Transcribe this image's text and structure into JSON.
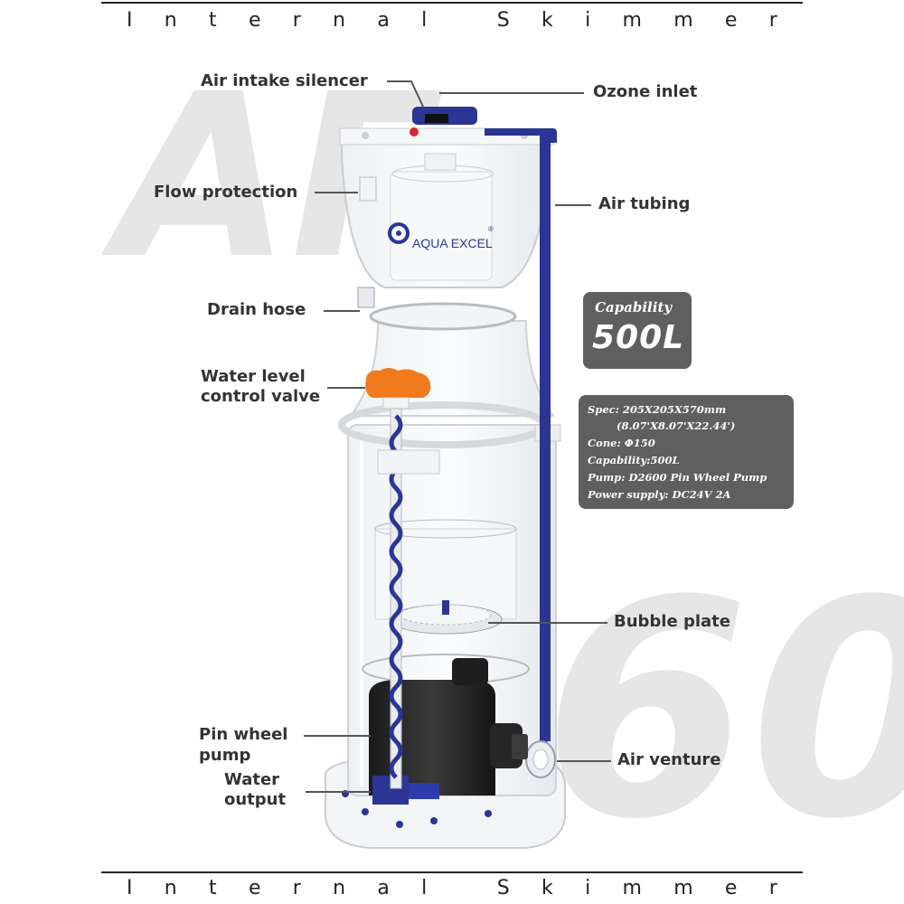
{
  "header": {
    "title_letters": [
      "I",
      "n",
      "t",
      "e",
      "r",
      "n",
      "a",
      "l",
      "",
      "S",
      "k",
      "i",
      "m",
      "m",
      "e",
      "r"
    ]
  },
  "footer": {
    "title_letters": [
      "I",
      "n",
      "t",
      "e",
      "r",
      "n",
      "a",
      "l",
      "",
      "S",
      "k",
      "i",
      "m",
      "m",
      "e",
      "r"
    ]
  },
  "watermark": {
    "top": "AF",
    "bottom": "60"
  },
  "brand": {
    "logo_text": "AQUA EXCEL",
    "registered": "®"
  },
  "labels": {
    "air_intake_silencer": "Air intake silencer",
    "ozone_inlet": "Ozone inlet",
    "flow_protection": "Flow protection",
    "air_tubing": "Air tubing",
    "drain_hose": "Drain hose",
    "water_level_line1": "Water level",
    "water_level_line2": "control valve",
    "bubble_plate": "Bubble plate",
    "pin_wheel_line1": "Pin wheel",
    "pin_wheel_line2": "pump",
    "air_venture": "Air venture",
    "water_output_line1": "Water",
    "water_output_line2": "output"
  },
  "capability_box": {
    "title": "Capability",
    "value": "500L"
  },
  "spec_box": {
    "lines": [
      "Spec: 205X205X570mm",
      "(8.07'X8.07'X22.44')",
      "Cone: Φ150",
      "Capability:500L",
      "Pump: D2600 Pin Wheel Pump",
      "Power supply: DC24V 2A"
    ]
  },
  "colors": {
    "accent_blue": "#2a3596",
    "valve_orange": "#f07a1e",
    "panel_gray": "#5f5f5f",
    "watermark_gray": "#e6e6e6"
  }
}
